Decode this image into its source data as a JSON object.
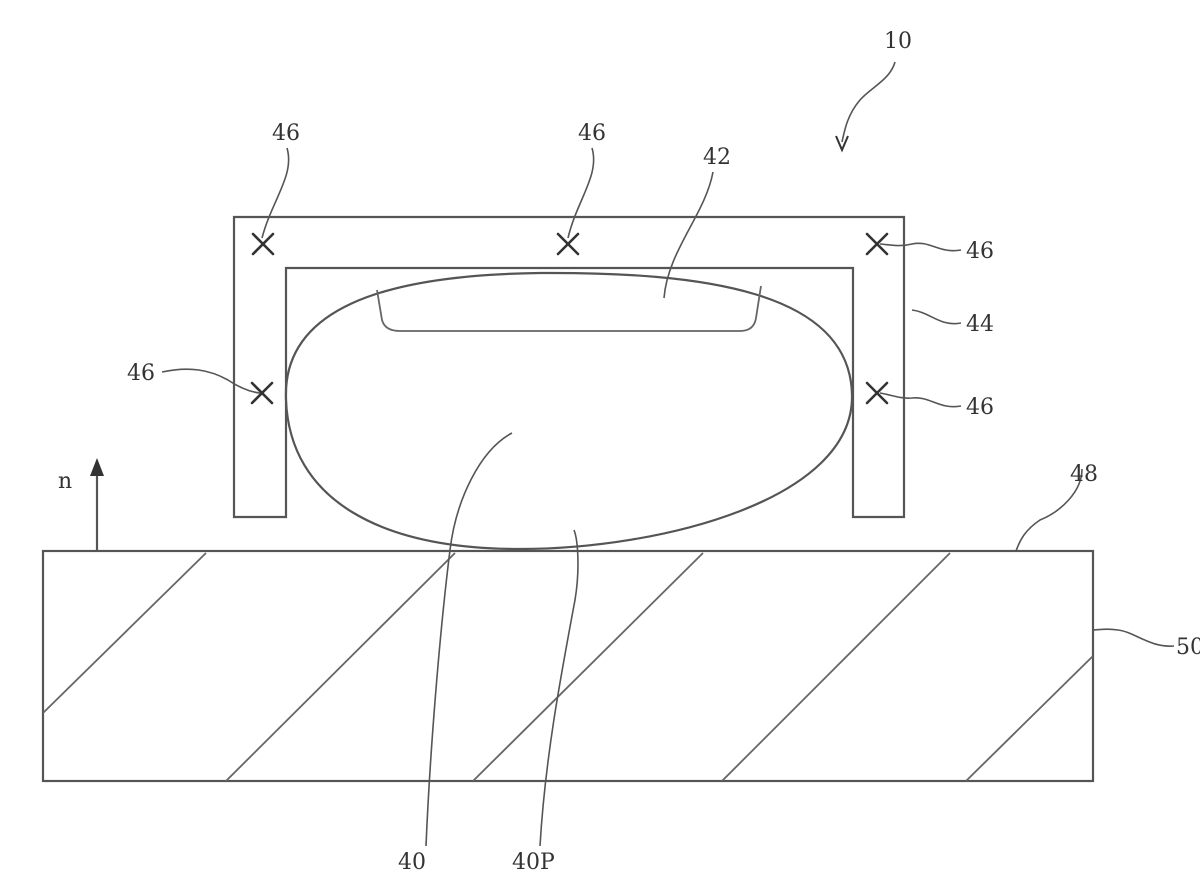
{
  "figure": {
    "ref_device": "10",
    "ref_module": "40",
    "ref_module_surface": "40P",
    "ref_region": "42",
    "ref_frame": "44",
    "ref_points": "46",
    "ref_surface": "48",
    "ref_base": "50",
    "normal_label": "n"
  },
  "colors": {
    "line": "#555555",
    "text": "#333333",
    "background": "#ffffff"
  }
}
